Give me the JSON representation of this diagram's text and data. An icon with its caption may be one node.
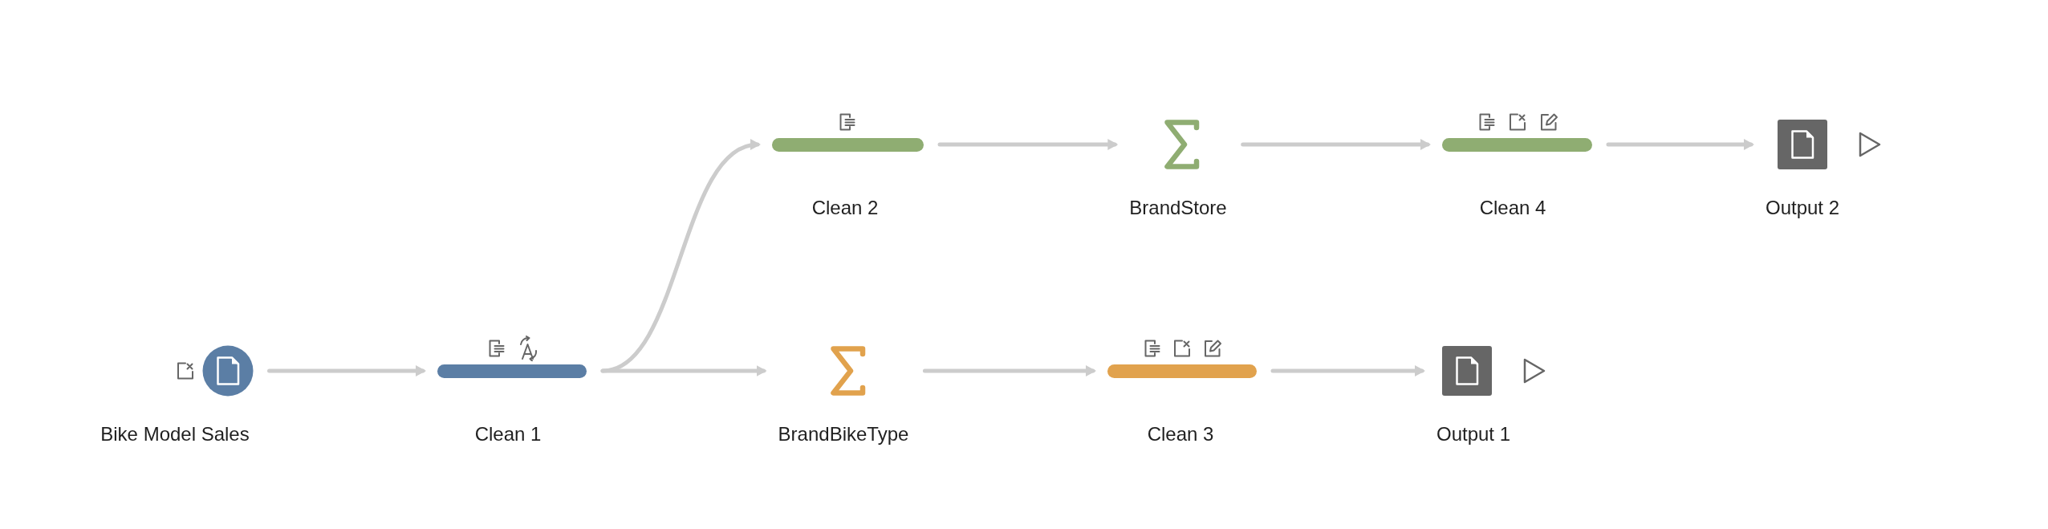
{
  "diagram": {
    "nodes": [
      {
        "text": [
          "Bike Model Sales"
        ]
      },
      {
        "text": [
          "Clean 1"
        ]
      },
      {
        "text": [
          "Clean 2"
        ]
      },
      {
        "text": [
          "BrandStore"
        ]
      },
      {
        "text": [
          "Clean 4"
        ]
      },
      {
        "text": [
          "Output 2"
        ]
      },
      {
        "text": [
          "BrandBikeType"
        ]
      },
      {
        "text": [
          "Clean 3"
        ]
      },
      {
        "text": [
          "Output 1"
        ]
      }
    ],
    "edges": [
      {
        "from": 0,
        "to": 1,
        "arrow": "to"
      },
      {
        "from": 1,
        "to": 2,
        "arrow": "to"
      },
      {
        "from": 1,
        "to": 6,
        "arrow": "to"
      },
      {
        "from": 2,
        "to": 3,
        "arrow": "to"
      },
      {
        "from": 3,
        "to": 4,
        "arrow": "to"
      },
      {
        "from": 4,
        "to": 5,
        "arrow": "to"
      },
      {
        "from": 6,
        "to": 7,
        "arrow": "to"
      },
      {
        "from": 7,
        "to": 8,
        "arrow": "to"
      }
    ]
  }
}
